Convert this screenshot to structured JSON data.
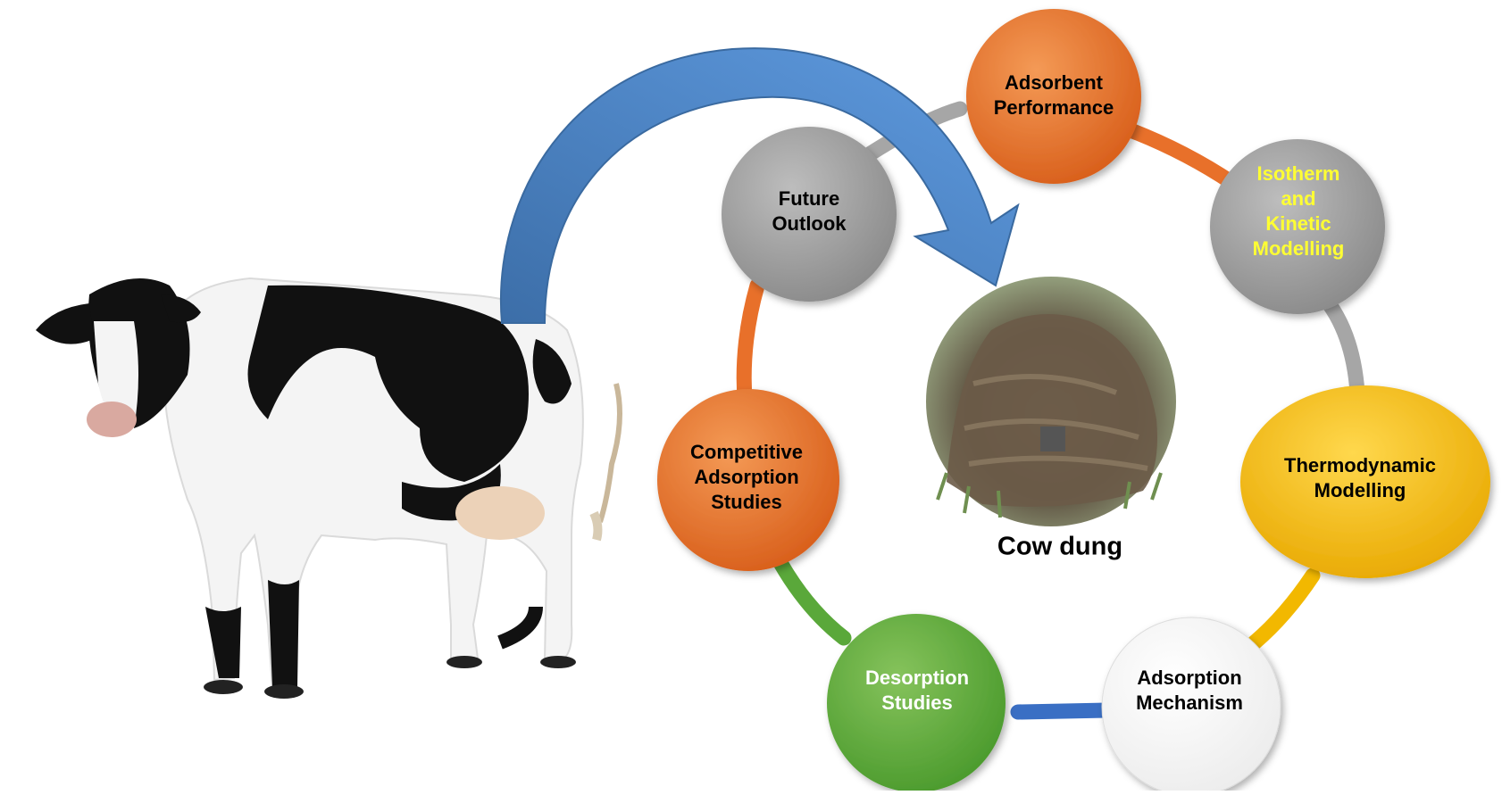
{
  "nodes": [
    {
      "id": "adsorbent-performance",
      "label": "Adsorbent\nPerformance",
      "color": "#e8702a",
      "text_color": "#000000"
    },
    {
      "id": "isotherm-kinetic-modelling",
      "label": "Isotherm\nand\nKinetic\nModelling",
      "color": "#9e9e9e",
      "text_color": "#ffff33"
    },
    {
      "id": "thermodynamic-modelling",
      "label": "Thermodynamic\nModelling",
      "color": "#f2b800",
      "text_color": "#000000"
    },
    {
      "id": "adsorption-mechanism",
      "label": "Adsorption\nMechanism",
      "color": "#ffffff",
      "text_color": "#000000"
    },
    {
      "id": "desorption-studies",
      "label": "Desorption\nStudies",
      "color": "#5aa83a",
      "text_color": "#ffffff"
    },
    {
      "id": "competitive-adsorption-studies",
      "label": "Competitive\nAdsorption\nStudies",
      "color": "#e8702a",
      "text_color": "#000000"
    },
    {
      "id": "future-outlook",
      "label": "Future\nOutlook",
      "color": "#9e9e9e",
      "text_color": "#000000"
    }
  ],
  "center": {
    "caption": "Cow dung"
  },
  "colors": {
    "arrow": "#4a86c6",
    "ring_orange": "#e8702a",
    "ring_gray": "#a6a6a6",
    "ring_yellow": "#f2b800",
    "ring_blue": "#3a6fc4",
    "ring_green": "#5aa83a"
  }
}
